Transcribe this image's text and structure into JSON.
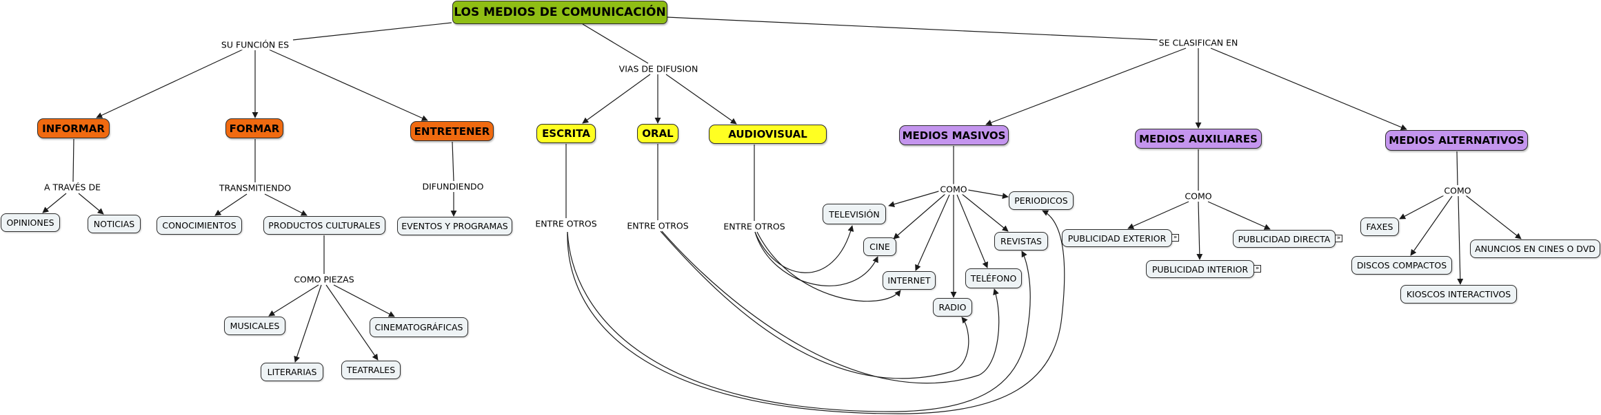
{
  "root": "LOS MEDIOS DE COMUNICACIÓN",
  "branches": {
    "funcion": {
      "label": "SU FUNCIÓN ES",
      "informar": {
        "name": "INFORMAR",
        "via": "A TRAVÉS DE",
        "items": [
          "OPINIONES",
          "NOTICIAS"
        ]
      },
      "formar": {
        "name": "FORMAR",
        "via": "TRANSMITIENDO",
        "items": [
          "CONOCIMIENTOS",
          "PRODUCTOS CULTURALES"
        ],
        "piezas": {
          "label": "COMO PIEZAS",
          "items": [
            "MUSICALES",
            "LITERARIAS",
            "TEATRALES",
            "CINEMATOGRÁFICAS"
          ]
        }
      },
      "entretener": {
        "name": "ENTRETENER",
        "via": "DIFUNDIENDO",
        "items": [
          "EVENTOS Y PROGRAMAS"
        ]
      }
    },
    "difusion": {
      "label": "VIAS DE DIFUSION",
      "types": [
        "ESCRITA",
        "ORAL",
        "AUDIOVISUAL"
      ],
      "entre_otros": "ENTRE OTROS"
    },
    "clasifican": {
      "label": "SE CLASIFICAN EN",
      "masivos": {
        "name": "MEDIOS MASIVOS",
        "como": "COMO",
        "items": [
          "TELEVISIÓN",
          "CINE",
          "INTERNET",
          "RADIO",
          "TELÉFONO",
          "REVISTAS",
          "PERIODICOS"
        ]
      },
      "auxiliares": {
        "name": "MEDIOS AUXILIARES",
        "como": "COMO",
        "items": [
          "PUBLICIDAD EXTERIOR",
          "PUBLICIDAD INTERIOR",
          "PUBLICIDAD DIRECTA"
        ]
      },
      "alternativos": {
        "name": "MEDIOS ALTERNATIVOS",
        "como": "COMO",
        "items": [
          "FAXES",
          "DISCOS COMPACTOS",
          "KIOSCOS INTERACTIVOS",
          "ANUNCIOS EN CINES O DVD"
        ]
      }
    }
  },
  "expander_glyph": "»",
  "colors": {
    "root": "#8fbe14",
    "funcion": "#f06a10",
    "difusion": "#ffff22",
    "clasificacion": "#c495ee",
    "leaf": "#eef3f5",
    "line": "#1a1a1a"
  }
}
